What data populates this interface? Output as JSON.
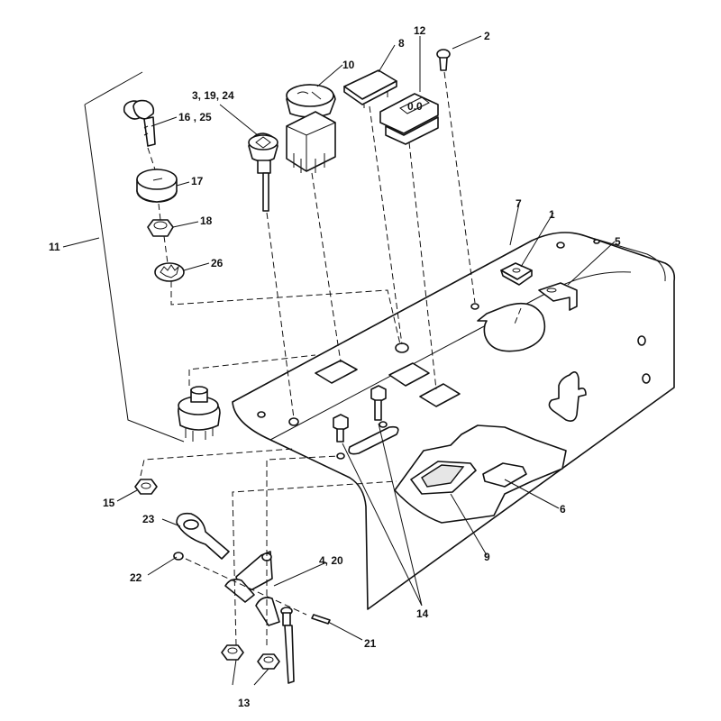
{
  "callouts": [
    {
      "id": "c1",
      "text": "1"
    },
    {
      "id": "c2",
      "text": "2"
    },
    {
      "id": "c3",
      "text": "3, 19, 24"
    },
    {
      "id": "c4",
      "text": "4, 20"
    },
    {
      "id": "c5",
      "text": "5"
    },
    {
      "id": "c6",
      "text": "6"
    },
    {
      "id": "c7",
      "text": "7"
    },
    {
      "id": "c8",
      "text": "8"
    },
    {
      "id": "c9",
      "text": "9"
    },
    {
      "id": "c10",
      "text": "10"
    },
    {
      "id": "c11",
      "text": "11"
    },
    {
      "id": "c12",
      "text": "12"
    },
    {
      "id": "c13",
      "text": "13"
    },
    {
      "id": "c14",
      "text": "14"
    },
    {
      "id": "c15",
      "text": "15"
    },
    {
      "id": "c16",
      "text": "16 , 25"
    },
    {
      "id": "c17",
      "text": "17"
    },
    {
      "id": "c18",
      "text": "18"
    },
    {
      "id": "c21",
      "text": "21"
    },
    {
      "id": "c22",
      "text": "22"
    },
    {
      "id": "c23",
      "text": "23"
    },
    {
      "id": "c26",
      "text": "26"
    }
  ],
  "hour_meter": {
    "display": "0.0"
  },
  "colors": {
    "ink": "#111111",
    "paper": "#ffffff"
  }
}
